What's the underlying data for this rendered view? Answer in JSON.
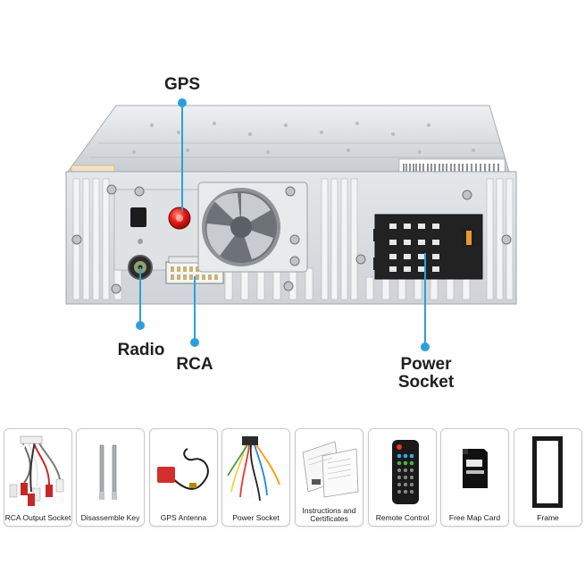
{
  "callouts": {
    "gps": "GPS",
    "radio": "Radio",
    "rca": "RCA",
    "power_line1": "Power",
    "power_line2": "Socket"
  },
  "colors": {
    "callout_line": "#2d9fd8",
    "chassis": "#d9dde0",
    "card_border": "#c9c9c9"
  },
  "items": [
    {
      "name": "rca-output-socket",
      "label": "RCA Output Socket"
    },
    {
      "name": "disassemble-key",
      "label": "Disassemble Key"
    },
    {
      "name": "gps-antenna",
      "label": "GPS Antenna"
    },
    {
      "name": "power-socket",
      "label": "Power Socket"
    },
    {
      "name": "instructions-certificates",
      "label_line1": "Instructions and",
      "label_line2": "Certificates"
    },
    {
      "name": "remote-control",
      "label": "Remote Control"
    },
    {
      "name": "free-map-card",
      "label": "Free Map Card"
    },
    {
      "name": "frame",
      "label": "Frame"
    }
  ]
}
